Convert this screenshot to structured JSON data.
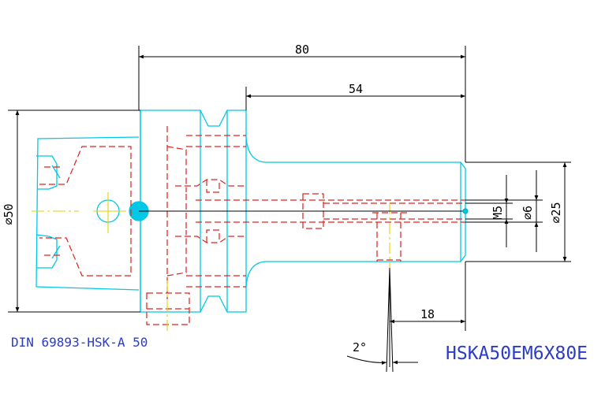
{
  "drawing": {
    "standard_label": "DIN 69893-HSK-A 50",
    "part_code": "HSKA50EM6X80E",
    "colors": {
      "outline": "#00c8e6",
      "hidden": "#e0201c",
      "center": "#e6d200",
      "dimension": "#000000",
      "label": "#2a3cc8"
    }
  },
  "dimensions": {
    "overall_length": "80",
    "shank_length": "54",
    "flange_diameter": "⌀50",
    "shank_diameter": "⌀25",
    "bore_diameter": "⌀6",
    "thread": "M5",
    "side_hole_offset": "18",
    "taper_angle": "2°"
  }
}
